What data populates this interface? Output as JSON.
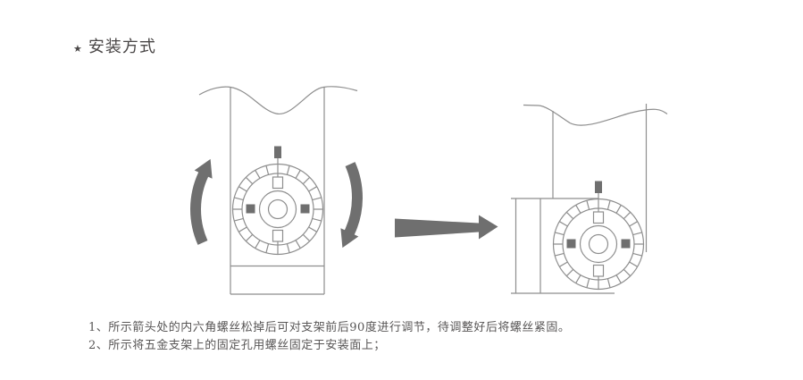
{
  "theme": {
    "bg": "#ffffff",
    "line": "#8e8e8e",
    "fill": "#6f6f6f",
    "title_color": "#4a4747",
    "text_color": "#585656"
  },
  "header": {
    "bullet": "★",
    "title": "安装方式"
  },
  "instructions": [
    "1、所示箭头处的内六角螺丝松掉后可对支架前后90度进行调节，待调整好后将螺丝紧固。",
    "2、所示将五金支架上的固定孔用螺丝固定于安装面上；"
  ]
}
